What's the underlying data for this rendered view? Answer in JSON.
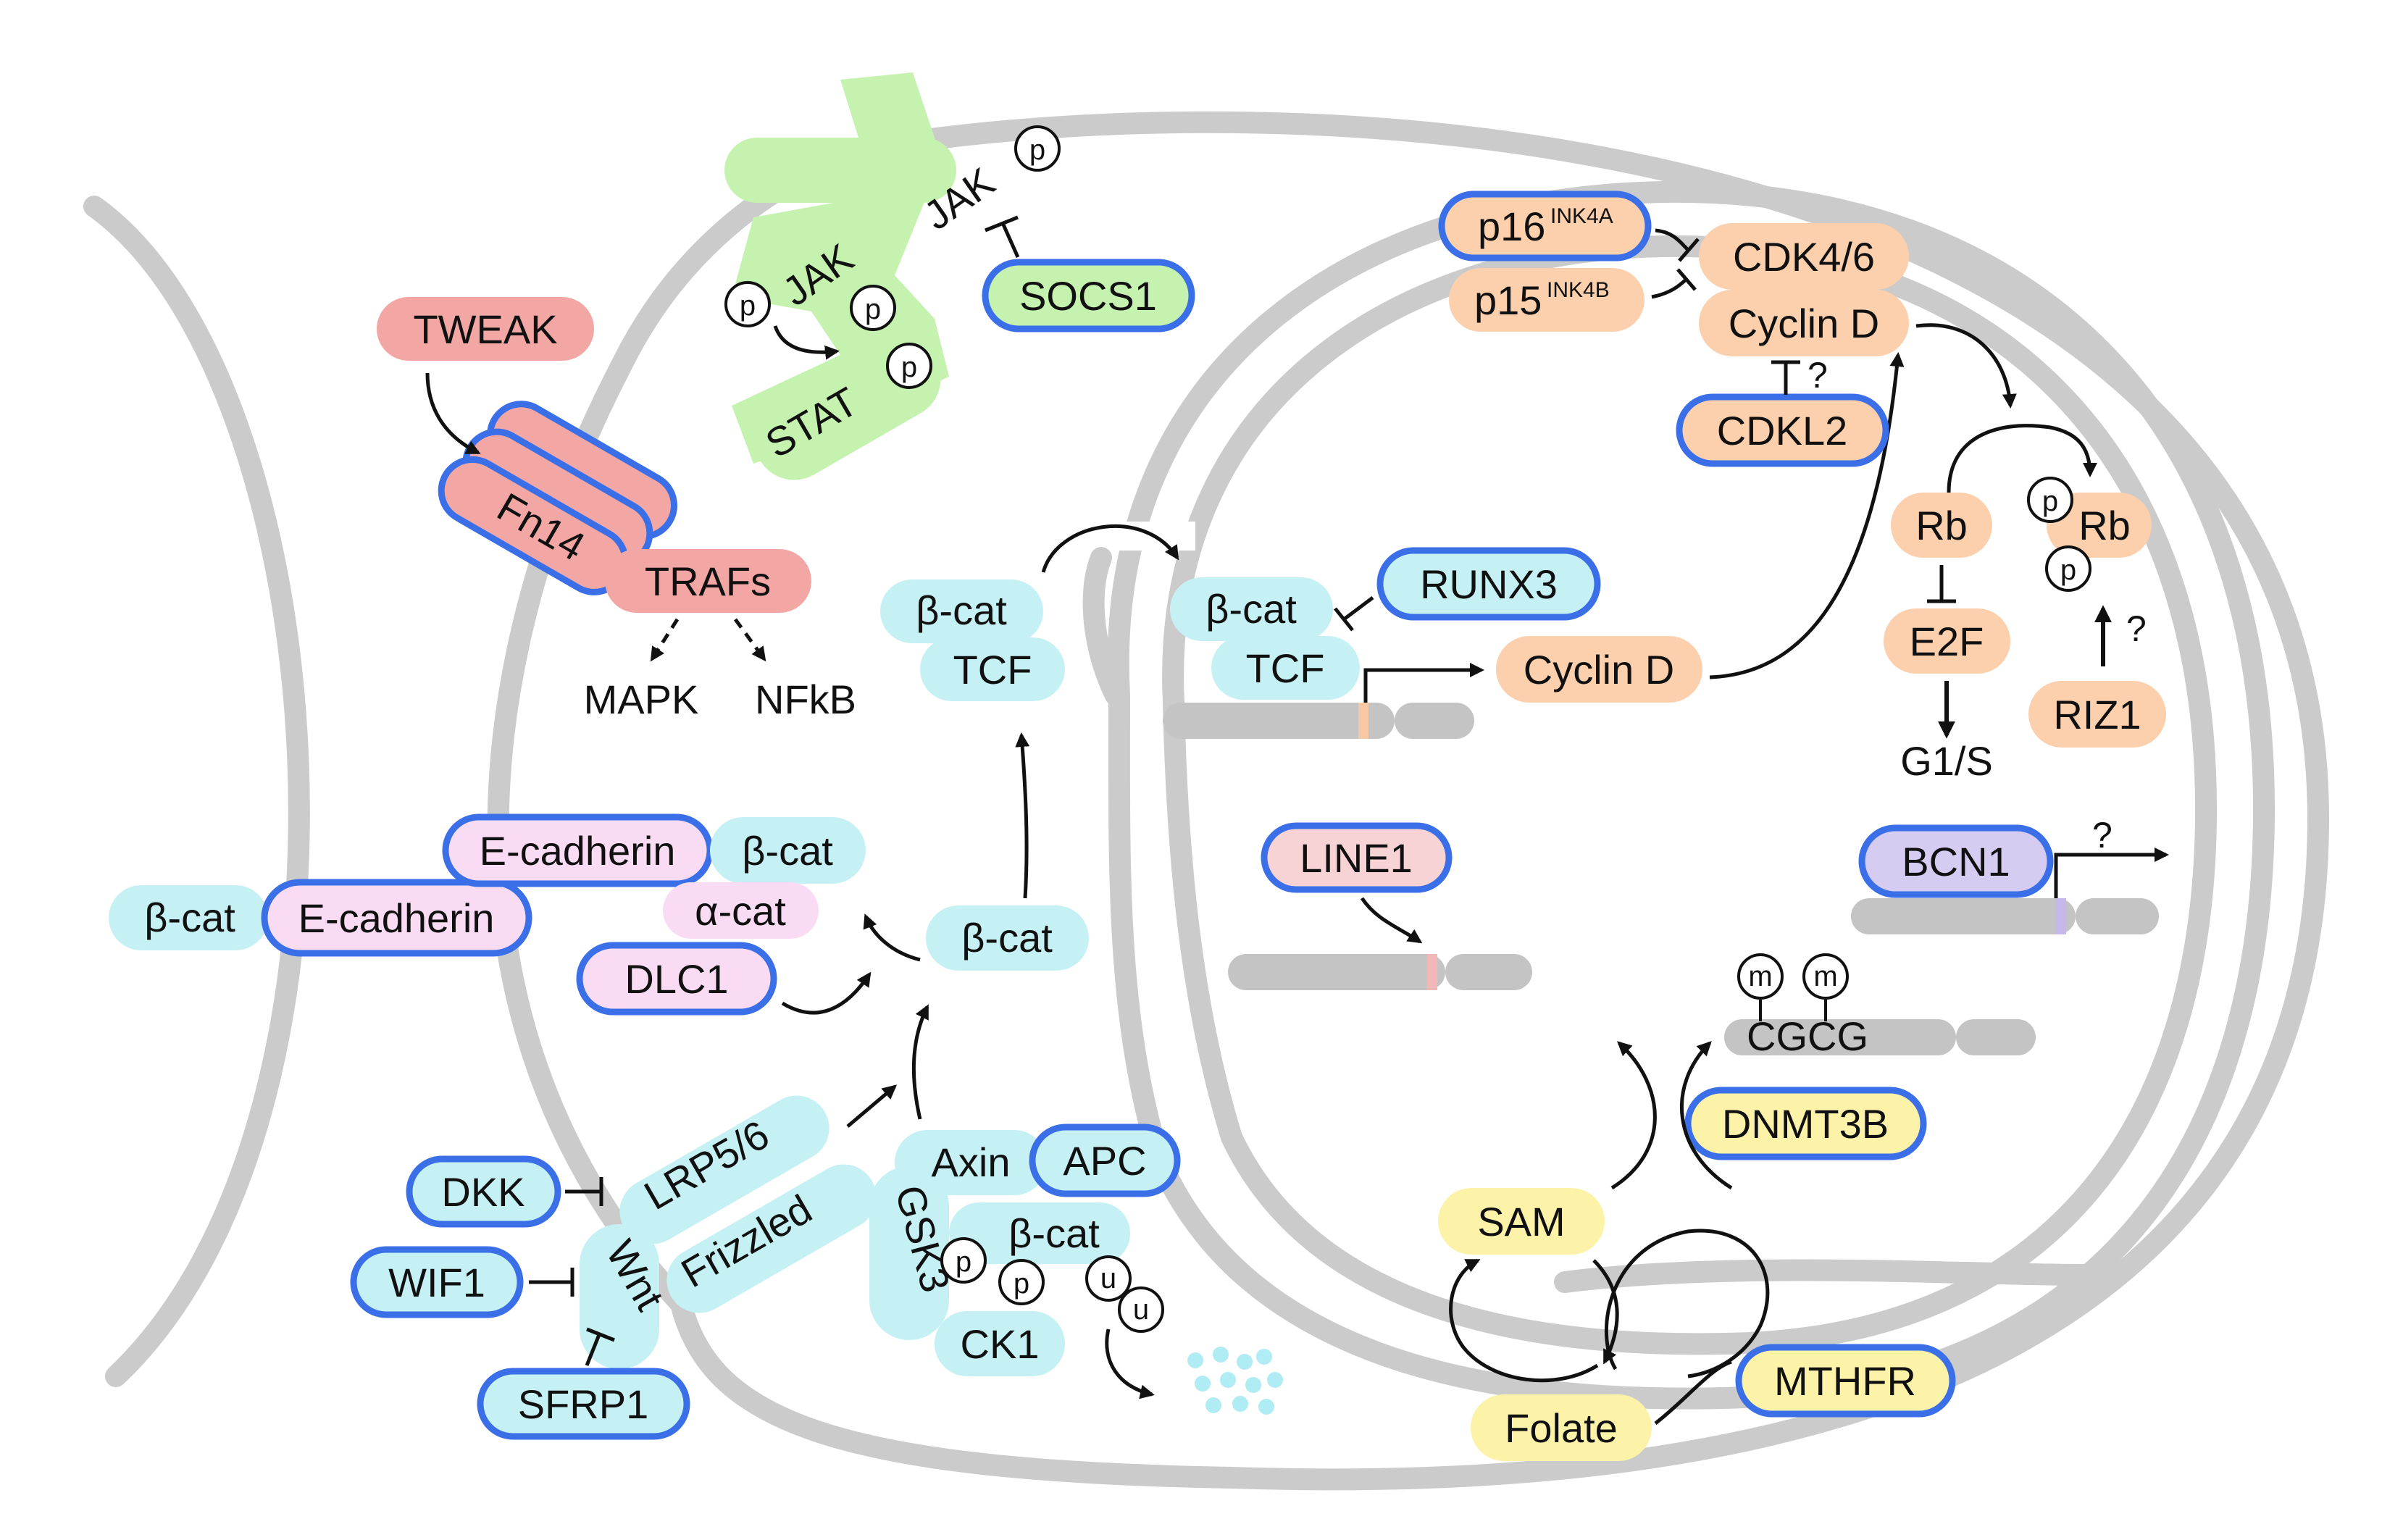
{
  "colors": {
    "membrane": "#c8c8c8",
    "dna": "#c4c4c4",
    "blue_outline": "#3a6fe8",
    "pink": "#f2a7a4",
    "green": "#c6f2b0",
    "cyan": "#c6f1f4",
    "orange": "#fcd0ad",
    "lavender": "#f9dcf3",
    "purple": "#d6cbf1",
    "yellow": "#fcf3a9",
    "dots": "#b0ecf3"
  },
  "labels": {
    "tweak": "TWEAK",
    "fn14": "Fn14",
    "trafs": "TRAFs",
    "mapk": "MAPK",
    "nfkb": "NFkB",
    "jak1": "JAK",
    "jak2": "JAK",
    "stat": "STAT",
    "socs1": "SOCS1",
    "phospho": "p",
    "ubiquitin": "u",
    "methyl": "m",
    "bcat_membrane_left": "β-cat",
    "ecadherin_left": "E-cadherin",
    "ecadherin_right": "E-cadherin",
    "bcat_membrane_right": "β-cat",
    "acat": "α-cat",
    "dlc1": "DLC1",
    "bcat_cytoplasm": "β-cat",
    "bcat_upper": "β-cat",
    "tcf_upper": "TCF",
    "bcat_nucleus": "β-cat",
    "tcf_nucleus": "TCF",
    "runx3": "RUNX3",
    "cyclin_d_gene": "Cyclin D",
    "p16": "p16",
    "p16_sup": "INK4A",
    "p15": "p15",
    "p15_sup": "INK4B",
    "cdk46": "CDK4/6",
    "cyclin_d": "Cyclin D",
    "cdkl2": "CDKL2",
    "question": "?",
    "rb": "Rb",
    "rb_phos": "Rb",
    "e2f": "E2F",
    "g1s": "G1/S",
    "riz1": "RIZ1",
    "line1": "LINE1",
    "bcn1": "BCN1",
    "cgcg": "CGCG",
    "dnmt3b": "DNMT3B",
    "sam": "SAM",
    "folate": "Folate",
    "mthfr": "MTHFR",
    "dkk": "DKK",
    "wif1": "WIF1",
    "sfrp1": "SFRP1",
    "lrp56": "LRP5/6",
    "frizzled": "Frizzled",
    "wnt": "Wnt",
    "axin": "Axin",
    "apc": "APC",
    "gsk3": "GSK3",
    "bcat_complex": "β-cat",
    "ck1": "CK1"
  }
}
